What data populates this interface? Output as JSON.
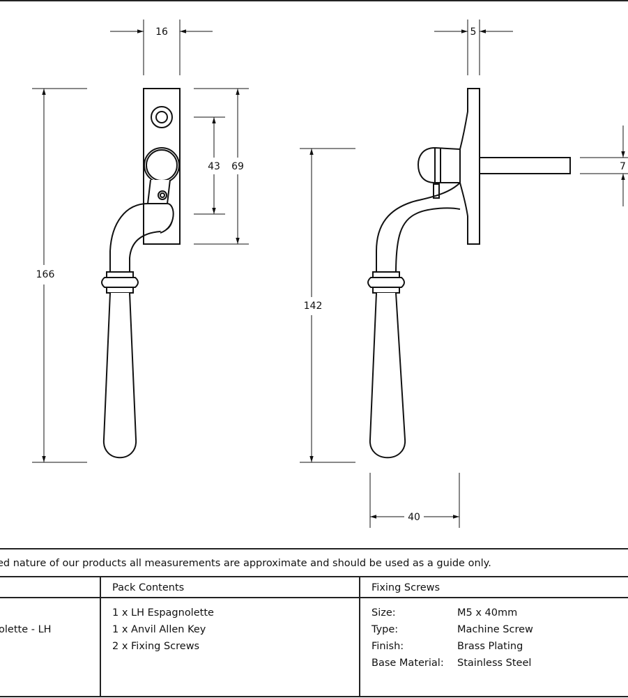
{
  "dimensions": {
    "width_top": "16",
    "depth_top": "5",
    "height_total": "166",
    "spacing_43": "43",
    "plate_69": "69",
    "height_side": "142",
    "spindle": "7",
    "projection": "40"
  },
  "note_text": "ed nature of our products all measurements are approximate and should be used as a guide only.",
  "table": {
    "product_fragment": "olette - LH",
    "pack_contents_header": "Pack Contents",
    "pack_contents": [
      "1 x LH Espagnolette",
      "1 x Anvil Allen Key",
      "2 x Fixing Screws"
    ],
    "fixing_screws_header": "Fixing Screws",
    "fixing_screws": [
      {
        "label": "Size:",
        "value": "M5 x 40mm"
      },
      {
        "label": "Type:",
        "value": "Machine Screw"
      },
      {
        "label": "Finish:",
        "value": "Brass Plating"
      },
      {
        "label": "Base Material:",
        "value": "Stainless Steel"
      }
    ]
  }
}
